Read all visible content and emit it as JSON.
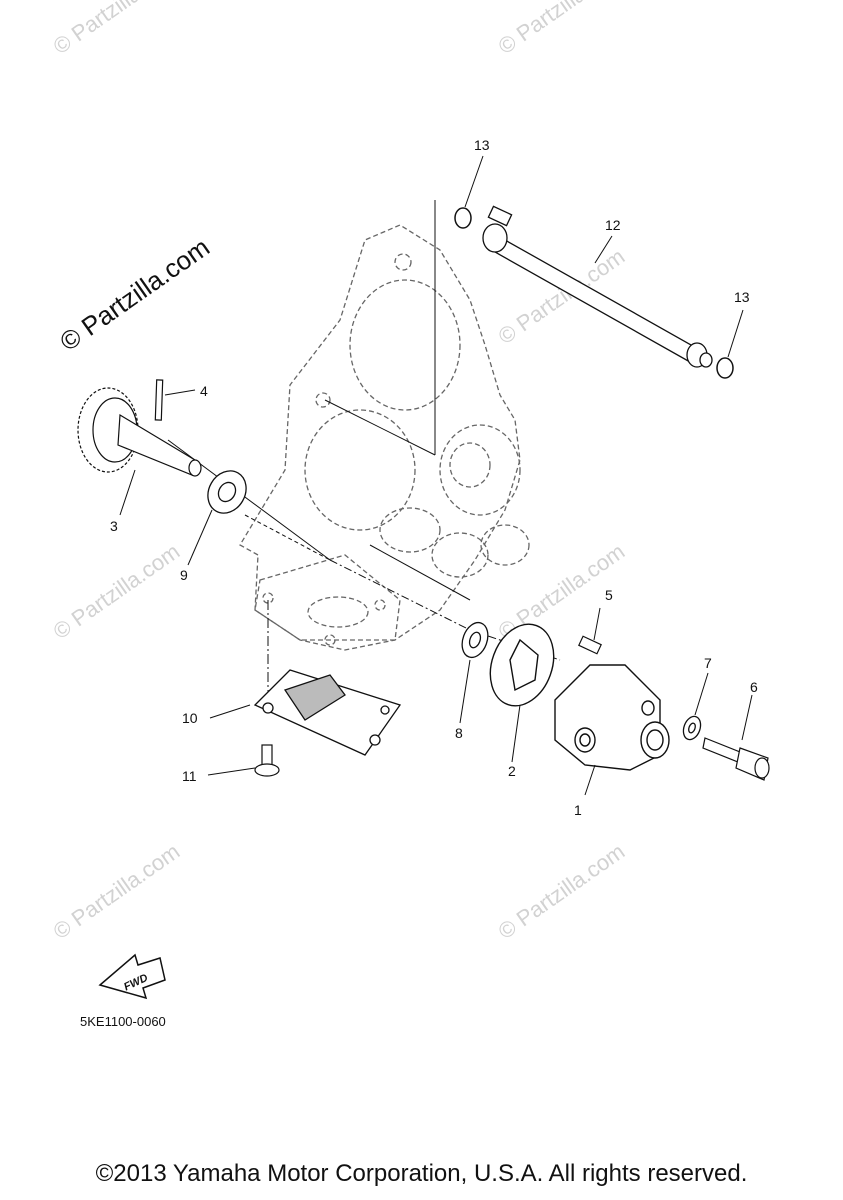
{
  "watermark": "© Partzilla.com",
  "callouts": [
    {
      "id": "1",
      "label": "1"
    },
    {
      "id": "2",
      "label": "2"
    },
    {
      "id": "3",
      "label": "3"
    },
    {
      "id": "4",
      "label": "4"
    },
    {
      "id": "5",
      "label": "5"
    },
    {
      "id": "6",
      "label": "6"
    },
    {
      "id": "7",
      "label": "7"
    },
    {
      "id": "8",
      "label": "8"
    },
    {
      "id": "9",
      "label": "9"
    },
    {
      "id": "10",
      "label": "10"
    },
    {
      "id": "11",
      "label": "11"
    },
    {
      "id": "12",
      "label": "12"
    },
    {
      "id": "13a",
      "label": "13"
    },
    {
      "id": "13b",
      "label": "13"
    }
  ],
  "fwd_label": "FWD",
  "diagram_code": "5KE1100-0060",
  "copyright": "©2013 Yamaha Motor Corporation, U.S.A. All rights reserved."
}
